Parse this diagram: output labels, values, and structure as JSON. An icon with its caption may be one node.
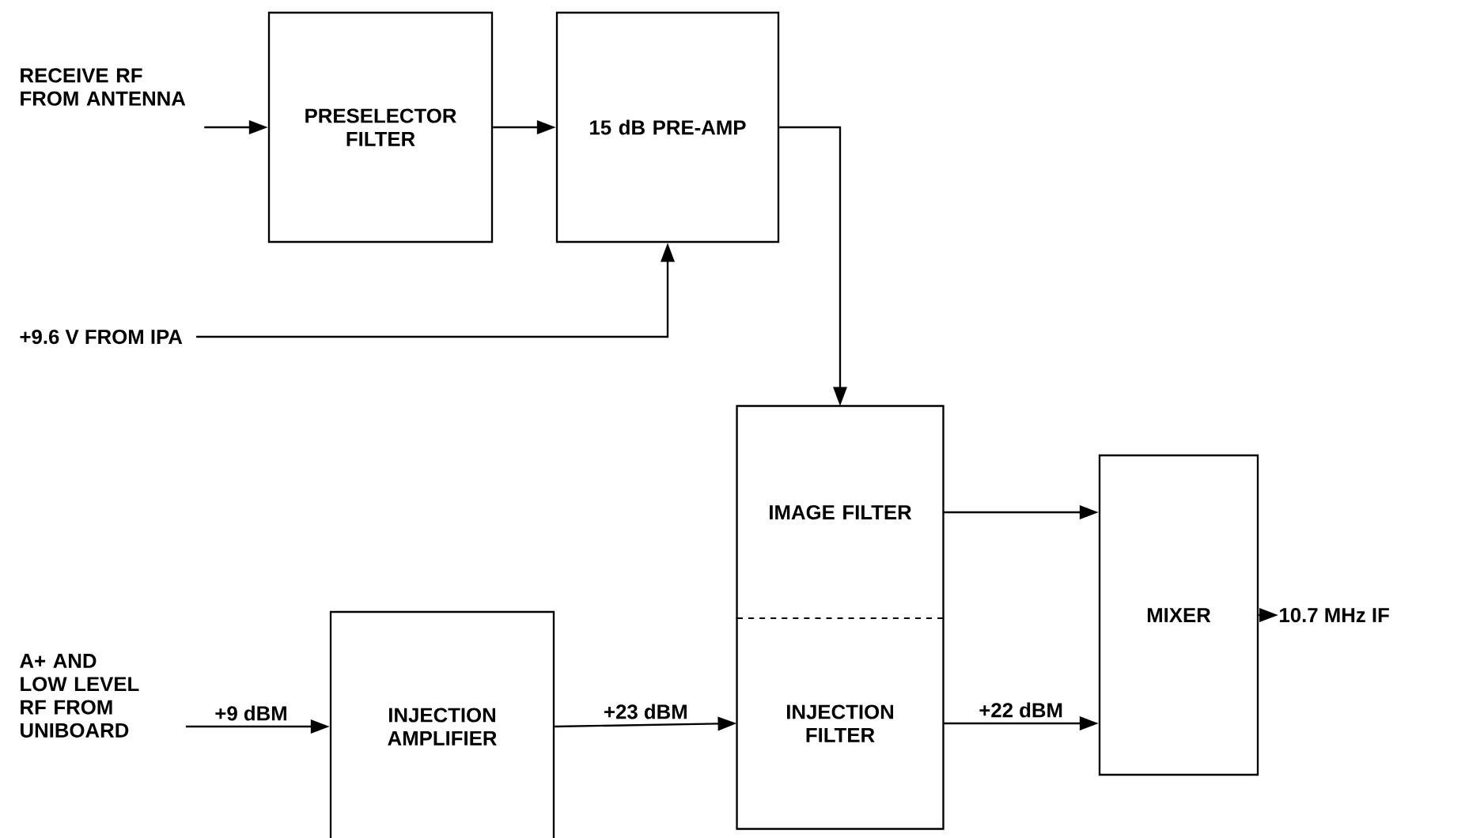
{
  "diagram": {
    "nodes": [
      {
        "text": [
          "RECEIVE RF FROM ANTENNA"
        ]
      },
      {
        "text": [
          "PRESELECTOR FILTER"
        ]
      },
      {
        "text": [
          "15 dB PRE-AMP"
        ]
      },
      {
        "text": [
          "+9.6 V FROM IPA"
        ]
      },
      {
        "text": [
          "IMAGE FILTER"
        ]
      },
      {
        "text": [
          "MIXER"
        ]
      },
      {
        "text": [
          "A+ AND LOW LEVEL RF FROM UNIBOARD"
        ]
      },
      {
        "text": [
          "INJECTION AMPLIFIER"
        ]
      },
      {
        "text": [
          "INJECTION FILTER"
        ]
      },
      {
        "text": [
          "10.7 MHz IF"
        ]
      }
    ],
    "edges": [
      {
        "from": 0,
        "to": 1,
        "arrow": "to"
      },
      {
        "from": 1,
        "to": 2,
        "arrow": "to"
      },
      {
        "from": 2,
        "to": 4,
        "arrow": "to"
      },
      {
        "from": 3,
        "to": 2,
        "arrow": "to"
      },
      {
        "from": 4,
        "to": 5,
        "arrow": "to"
      },
      {
        "from": 6,
        "to": 7,
        "label": "+9 dBM",
        "arrow": "to"
      },
      {
        "from": 7,
        "to": 8,
        "label": "+23 dBM",
        "arrow": "to"
      },
      {
        "from": 8,
        "to": 5,
        "label": "+22 dBM",
        "arrow": "to"
      },
      {
        "from": 5,
        "to": 9,
        "arrow": "to"
      }
    ]
  }
}
